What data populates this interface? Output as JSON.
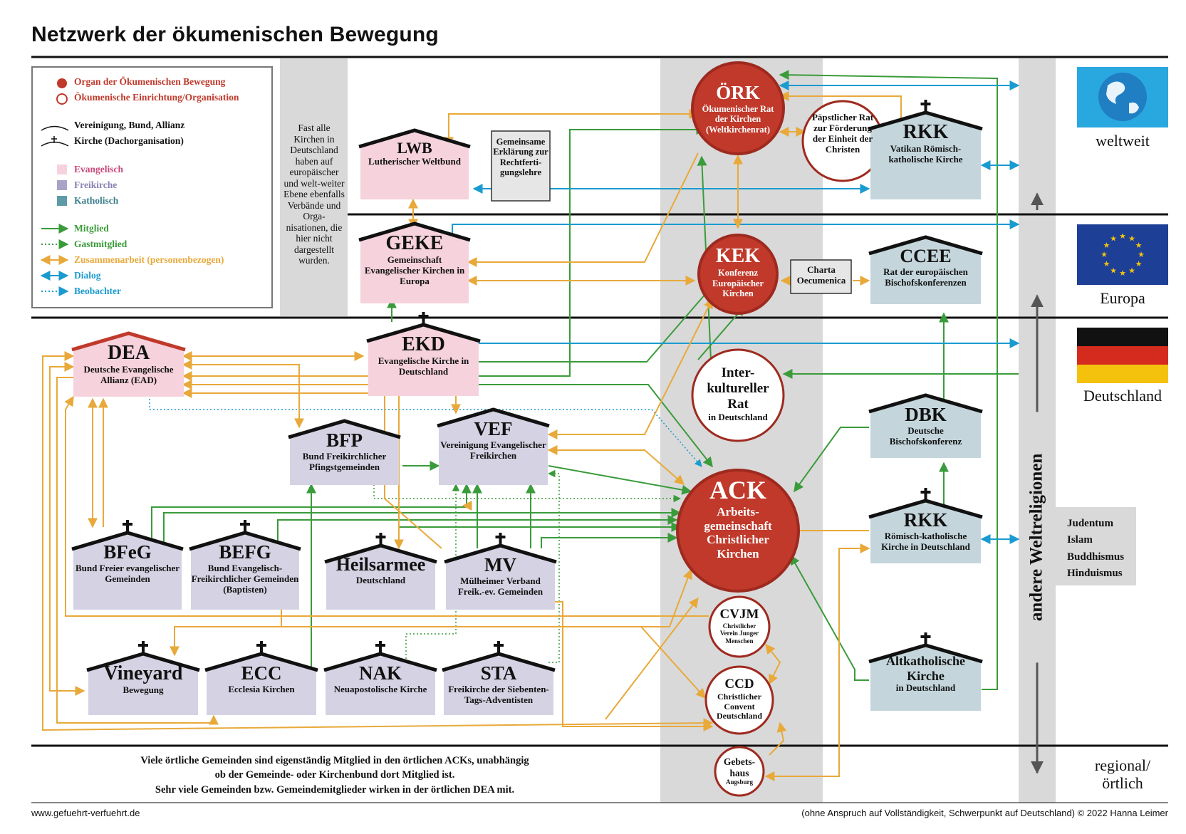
{
  "title": "Netzwerk der ökumenischen Bewegung",
  "colors": {
    "evangelisch": "#f6d2dd",
    "freikirche": "#d5d2e3",
    "katholisch": "#c4d6dc",
    "organ": "#c0392b",
    "mitglied": "#3a9b3a",
    "zusammenarbeit": "#e8a93a",
    "dialog": "#1a9bd0",
    "grey": "#d9d9d9"
  },
  "legend": {
    "organ": "Organ der Ökumenischen Bewegung",
    "einrichtung": "Ökumenische Einrichtung/Organisation",
    "vereinigung": "Vereinigung, Bund, Allianz",
    "kirche": "Kirche (Dachorganisation)",
    "evangelisch": "Evangelisch",
    "freikirche": "Freikirche",
    "katholisch": "Katholisch",
    "mitglied": "Mitglied",
    "gastmitglied": "Gastmitglied",
    "zusammenarbeit": "Zusammenarbeit (personenbezogen)",
    "dialog": "Dialog",
    "beobachter": "Beobachter"
  },
  "note_levels": "Fast alle Kirchen in Deutschland haben auf europäischer und welt-weiter Ebene ebenfalls Verbände und Orga-nisationen, die hier nicht dargestellt wurden.",
  "levels": {
    "weltweit": "weltweit",
    "europa": "Europa",
    "deutschland": "Deutschland",
    "regional": "regional/ örtlich",
    "andere": "andere Weltreligionen"
  },
  "religions": [
    "Judentum",
    "Islam",
    "Buddhismus",
    "Hinduismus"
  ],
  "nodes": {
    "lwb": {
      "abbr": "LWB",
      "name": "Lutherischer Weltbund"
    },
    "gemeinsame": {
      "name": "Gemeinsame Erklärung zur Rechtferti-gungslehre"
    },
    "oerk": {
      "abbr": "ÖRK",
      "name": "Ökumenischer Rat der Kirchen (Weltkirchenrat)"
    },
    "paepstlich": {
      "name": "Päpstlicher Rat zur Förderung der Einheit der Christen"
    },
    "rkk_vat": {
      "abbr": "RKK",
      "name": "Vatikan Römisch-katholische Kirche"
    },
    "geke": {
      "abbr": "GEKE",
      "name": "Gemeinschaft Evangelischer Kirchen in Europa"
    },
    "kek": {
      "abbr": "KEK",
      "name": "Konferenz Europäischer Kirchen"
    },
    "charta": {
      "name": "Charta Oecumenica"
    },
    "ccee": {
      "abbr": "CCEE",
      "name": "Rat der europäischen Bischofskonferenzen"
    },
    "dea": {
      "abbr": "DEA",
      "name": "Deutsche Evangelische Allianz (EAD)"
    },
    "ekd": {
      "abbr": "EKD",
      "name": "Evangelische Kirche in Deutschland"
    },
    "ikr": {
      "abbr": "Inter-kultureller Rat",
      "name": "in Deutschland"
    },
    "dbk": {
      "abbr": "DBK",
      "name": "Deutsche Bischofskonferenz"
    },
    "bfp": {
      "abbr": "BFP",
      "name": "Bund Freikirchlicher Pfingstgemeinden"
    },
    "vef": {
      "abbr": "VEF",
      "name": "Vereinigung Evangelischer Freikirchen"
    },
    "ack": {
      "abbr": "ACK",
      "name": "Arbeits-gemeinschaft Christlicher Kirchen"
    },
    "rkk_de": {
      "abbr": "RKK",
      "name": "Römisch-katholische Kirche in Deutschland"
    },
    "bfeg": {
      "abbr": "BFeG",
      "name": "Bund Freier evangelischer Gemeinden"
    },
    "befg": {
      "abbr": "BEFG",
      "name": "Bund Evangelisch-Freikirchlicher Gemeinden (Baptisten)"
    },
    "heils": {
      "abbr": "Heilsarmee",
      "name": "Deutschland"
    },
    "mv": {
      "abbr": "MV",
      "name": "Mülheimer Verband Freik.-ev. Gemeinden"
    },
    "cvjm": {
      "abbr": "CVJM",
      "name": "Christlicher Verein Junger Menschen"
    },
    "vineyard": {
      "abbr": "Vineyard",
      "name": "Bewegung"
    },
    "ecc": {
      "abbr": "ECC",
      "name": "Ecclesia Kirchen"
    },
    "nak": {
      "abbr": "NAK",
      "name": "Neuapostolische Kirche"
    },
    "sta": {
      "abbr": "STA",
      "name": "Freikirche der Siebenten-Tags-Adventisten"
    },
    "ccd": {
      "abbr": "CCD",
      "name": "Christlicher Convent Deutschland"
    },
    "altkath": {
      "abbr": "Altkatholische Kirche",
      "name": "in Deutschland"
    },
    "gebet": {
      "abbr": "Gebets-haus",
      "name": "Augsburg"
    }
  },
  "footer_note": [
    "Viele örtliche Gemeinden sind eigenständig Mitglied in den örtlichen ACKs, unabhängig",
    "ob der Gemeinde- oder Kirchenbund dort Mitglied ist.",
    "Sehr viele Gemeinden bzw. Gemeindemitglieder wirken in der örtlichen DEA mit."
  ],
  "url": "www.gefuehrt-verfuehrt.de",
  "copyright": "(ohne Anspruch auf Vollständigkeit, Schwerpunkt auf Deutschland) © 2022 Hanna Leimer"
}
